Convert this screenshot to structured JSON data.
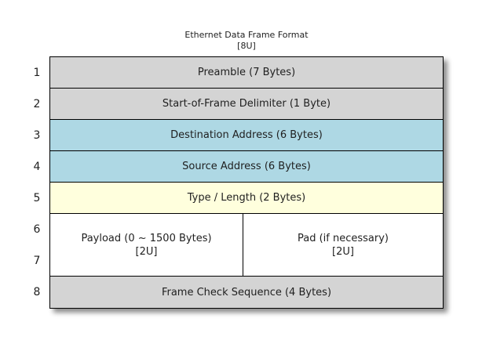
{
  "title": {
    "line1": "Ethernet Data Frame Format",
    "line2": "[8U]"
  },
  "colors": {
    "gray_field": "#d4d4d4",
    "blue_field": "#aed8e4",
    "yellow_field": "#ffffdd",
    "white_field": "#ffffff",
    "border": "#000000",
    "text": "#1f1f1f",
    "background": "#ffffff"
  },
  "rows": [
    {
      "num": "1",
      "label": "Preamble (7 Bytes)",
      "color": "gray"
    },
    {
      "num": "2",
      "label": "Start-of-Frame Delimiter (1 Byte)",
      "color": "gray"
    },
    {
      "num": "3",
      "label": "Destination Address (6 Bytes)",
      "color": "blue"
    },
    {
      "num": "4",
      "label": "Source Address (6 Bytes)",
      "color": "blue"
    },
    {
      "num": "5",
      "label": "Type / Length (2 Bytes)",
      "color": "yellow"
    }
  ],
  "payload_row": {
    "num_top": "6",
    "num_bottom": "7",
    "left": {
      "title": "Payload (0 ~ 1500 Bytes)",
      "sub": "[2U]"
    },
    "right": {
      "title": "Pad (if necessary)",
      "sub": "[2U]"
    }
  },
  "fcs_row": {
    "num": "8",
    "label": "Frame Check Sequence (4 Bytes)",
    "color": "gray"
  }
}
